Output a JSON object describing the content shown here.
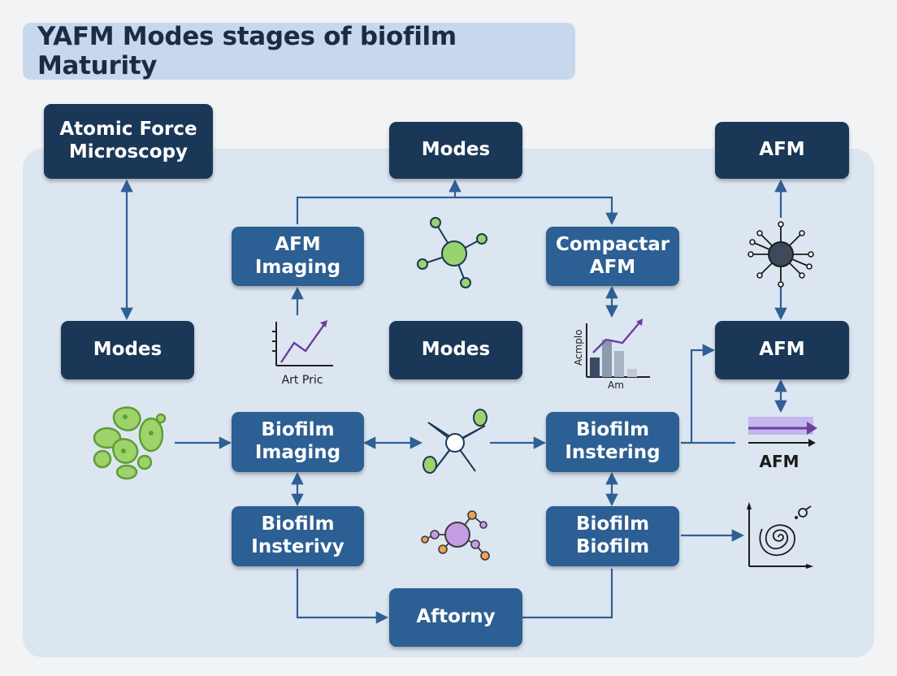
{
  "title": "YAFM Modes stages of biofilm Maturity",
  "nodes": {
    "atomic_force_microscopy": "Atomic Force\nMicroscopy",
    "modes_left": "Modes",
    "modes_top": "Modes",
    "modes_center": "Modes",
    "afm_top_right": "AFM",
    "afm_right": "AFM",
    "afm_imaging": "AFM\nImaging",
    "compactar_afm": "Compactar\nAFM",
    "biofilm_imaging": "Biofilm\nImaging",
    "biofilm_instering": "Biofilm\nInstering",
    "biofilm_insterivy": "Biofilm\nInsterivy",
    "biofilm_biofilm": "Biofilm\nBiofilm",
    "aftorny": "Aftorny"
  },
  "icon_labels": {
    "line_chart": "Art Pric",
    "bar_chart_y": "Acmplo",
    "bar_chart_x": "Am",
    "arrow_bar": "AFM"
  },
  "colors": {
    "dark_box": "#1b3757",
    "mid_box": "#2c5f93",
    "connector": "#2f5f95",
    "panel": "#dce6f1"
  },
  "icons": [
    "molecule-green-icon",
    "sensor-node-icon",
    "bacteria-cluster-icon",
    "line-chart-icon",
    "bar-chart-icon",
    "molecule-blue-icon",
    "molecule-purple-icon",
    "arrow-bar-icon",
    "spiral-plot-icon"
  ]
}
